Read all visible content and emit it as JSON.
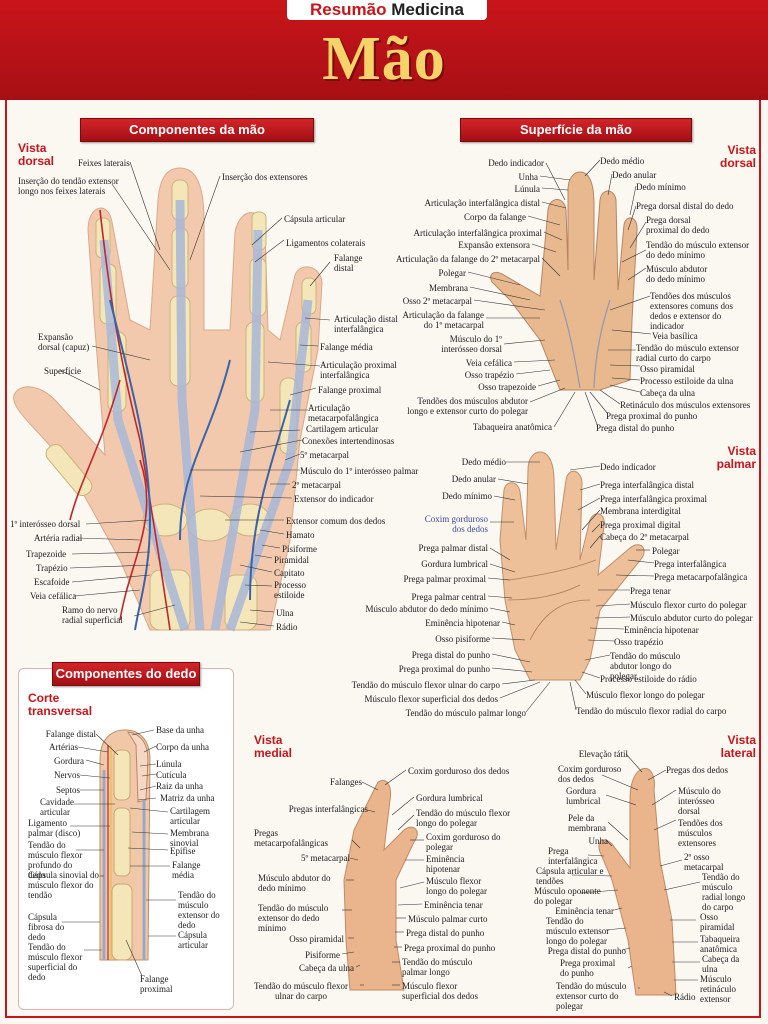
{
  "header": {
    "brand_part1": "Resumão",
    "brand_part2": "Medicina",
    "title": "Mão"
  },
  "sections": {
    "components_hand": "Componentes da mão",
    "surface_hand": "Superfície da mão",
    "components_finger": "Componentes do dedo"
  },
  "views": {
    "dorsal_left": "Vista dorsal",
    "dorsal_right": "Vista dorsal",
    "palmar": "Vista palmar",
    "transversal": "Corte transversal",
    "medial": "Vista medial",
    "lateral": "Vista lateral"
  },
  "components_labels": {
    "feixes_laterais": "Feixes laterais",
    "insercao_extensor_longo": "Inserção do tendão extensor longo nos feixes laterais",
    "insercao_extensores": "Inserção dos extensores",
    "capsula_articular": "Cápsula articular",
    "ligamentos_colaterais": "Ligamentos colaterais",
    "falange_distal": "Falange distal",
    "expansao_dorsal": "Expansão dorsal (capuz)",
    "superficie": "Superfície",
    "articulacao_distal": "Articulação distal interfalângica",
    "falange_media": "Falange média",
    "articulacao_proximal": "Articulação proximal interfalângica",
    "falange_proximal": "Falange proximal",
    "articulacao_mcf": "Articulação metacarpofalângica",
    "cartilagem_articular": "Cartilagem articular",
    "conexoes": "Conexões intertendinosas",
    "metacarpal5": "5º metacarpal",
    "musculo_interosseo_palmar": "Músculo do 1º interósseo palmar",
    "metacarpal2": "2º metacarpal",
    "extensor_indicador": "Extensor do indicador",
    "interosseo_dorsal": "1º interósseo dorsal",
    "arteria_radial": "Artéria radial",
    "trapezoide": "Trapezoide",
    "trapezio": "Trapézio",
    "escafoide": "Escafoide",
    "veia_cefalica": "Veia cefálica",
    "ramo_nervo": "Ramo do nervo radial superficial",
    "extensor_comum": "Extensor comum dos dedos",
    "hamato": "Hamato",
    "pisiforme": "Pisiforme",
    "piramidal": "Piramidal",
    "capitato": "Capitato",
    "processo_estiloide": "Processo estiloide",
    "ulna": "Ulna",
    "radio": "Rádio"
  },
  "surface_dorsal_labels": {
    "dedo_indicador": "Dedo indicador",
    "unha": "Unha",
    "lunula": "Lúnula",
    "art_interf_distal": "Articulação interfalângica distal",
    "corpo_falange": "Corpo da falange",
    "art_interf_proximal": "Articulação interfalângica proximal",
    "expansao_extensora": "Expansão extensora",
    "art_falange_2met": "Articulação da falange do 2º metacarpal",
    "polegar": "Polegar",
    "membrana": "Membrana",
    "osso_2met": "Osso 2º metacarpal",
    "art_falange_1met": "Articulação da falange do 1º metacarpal",
    "musculo_1interosseo": "Músculo do 1º interósseo dorsal",
    "veia_cefalica": "Veia cefálica",
    "osso_trapezio": "Osso trapézio",
    "osso_trapezoide": "Osso trapezoide",
    "tendoes_abdutor": "Tendões dos músculos abdutor longo e extensor curto do polegar",
    "tabaqueira": "Tabaqueira anatômica",
    "dedo_medio": "Dedo médio",
    "dedo_anular": "Dedo anular",
    "dedo_minimo": "Dedo mínimo",
    "prega_dorsal_distal": "Prega dorsal distal do dedo",
    "prega_dorsal_proximal": "Prega dorsal proximal do dedo",
    "tendao_extensor_minimo": "Tendão do músculo extensor do dedo mínimo",
    "musculo_abdutor_minimo": "Músculo abdutor do dedo mínimo",
    "tendoes_extensores_comuns": "Tendões dos músculos extensores comuns dos dedos e extensor do indicador",
    "veia_basilica": "Veia basílica",
    "tendao_extensor_radial": "Tendão do músculo extensor radial curto do carpo",
    "osso_piramidal": "Osso piramidal",
    "processo_estiloide_ulna": "Processo estiloide da ulna",
    "cabeca_ulna": "Cabeça da ulna",
    "retinaculo": "Retináculo dos músculos extensores",
    "prega_proximal_punho": "Prega proximal do punho",
    "prega_distal_punho": "Prega distal do punho"
  },
  "palmar_labels": {
    "dedo_medio": "Dedo médio",
    "dedo_anular": "Dedo anular",
    "dedo_minimo": "Dedo mínimo",
    "coxim": "Coxim gorduroso dos dedos",
    "prega_palmar_distal": "Prega palmar distal",
    "gordura_lumbrical": "Gordura lumbrical",
    "prega_palmar_proximal": "Prega palmar proximal",
    "prega_palmar_central": "Prega palmar central",
    "musculo_abdutor_minimo": "Músculo abdutor do dedo mínimo",
    "eminencia_hipotenar": "Eminência hipotenar",
    "osso_pisiforme": "Osso pisiforme",
    "prega_distal_punho": "Prega distal do punho",
    "prega_proximal_punho": "Prega proximal do punho",
    "tendao_flexor_ulnar": "Tendão do músculo flexor ulnar do carpo",
    "musculo_flexor_superficial": "Músculo flexor superficial dos dedos",
    "tendao_palmar_longo": "Tendão do músculo palmar longo",
    "dedo_indicador": "Dedo indicador",
    "prega_interf_distal": "Prega interfalângica distal",
    "prega_interf_proximal": "Prega interfalângica proximal",
    "membrana_interdigital": "Membrana interdigital",
    "prega_proximal_digital": "Prega proximal digital",
    "cabeca_2met": "Cabeça do 2º metacarpal",
    "polegar": "Polegar",
    "prega_interfalangica": "Prega interfalângica",
    "prega_metacarpofalangica": "Prega metacarpofalângica",
    "prega_tenar": "Prega tenar",
    "musculo_flexor_curto": "Músculo flexor curto do polegar",
    "musculo_abdutor_curto": "Músculo abdutor curto do polegar",
    "eminencia_hipotenar2": "Eminência hipotenar",
    "osso_trapezio": "Osso trapézio",
    "tendao_abdutor_longo": "Tendão do músculo abdutor longo do polegar",
    "processo_estiloide_radio": "Processo estiloide do rádio",
    "musculo_flexor_longo": "Músculo flexor longo do polegar",
    "tendao_flexor_radial": "Tendão do músculo flexor radial do carpo"
  },
  "finger_labels": {
    "falange_distal": "Falange distal",
    "arterias": "Artérias",
    "gordura": "Gordura",
    "nervos": "Nervos",
    "septos": "Septos",
    "cavidade": "Cavidade articular",
    "ligamento_palmar": "Ligamento palmar (disco)",
    "tendao_flexor_profundo": "Tendão do músculo flexor profundo do dedo",
    "capsula_sinovial": "Cápsula sinovial do músculo flexor do tendão",
    "capsula_fibrosa": "Cápsula fibrosa do dedo",
    "tendao_flexor_superficial": "Tendão do músculo flexor superficial do dedo",
    "base_unha": "Base da unha",
    "corpo_unha": "Corpo da unha",
    "lunula": "Lúnula",
    "cuticula": "Cutícula",
    "raiz_unha": "Raiz da unha",
    "matriz_unha": "Matriz da unha",
    "cartilagem": "Cartilagem articular",
    "membrana_sinovial": "Membrana sinovial",
    "epifise": "Epífise",
    "falange_media": "Falange média",
    "tendao_extensor": "Tendão do músculo extensor do dedo",
    "capsula_articular": "Cápsula articular",
    "falange_proximal": "Falange proximal"
  },
  "medial_labels": {
    "falanges": "Falanges",
    "pregas_interf": "Pregas interfalângicas",
    "pregas_mcf": "Pregas metacarpofalângicas",
    "metacarpal5": "5º metacarpal",
    "musculo_abdutor_minimo": "Músculo abdutor do dedo mínimo",
    "tendao_extensor_minimo": "Tendão do músculo extensor do dedo mínimo",
    "osso_piramidal": "Osso piramidal",
    "pisiforme": "Pisiforme",
    "cabeca_ulna": "Cabeça da ulna",
    "tendao_flexor_ulnar": "Tendão do músculo flexor ulnar do carpo",
    "coxim_dedos": "Coxim gorduroso dos dedos",
    "gordura_lumbrical": "Gordura lumbrical",
    "tendao_flexor_longo": "Tendão do músculo flexor longo do polegar",
    "coxim_polegar": "Coxim gorduroso do polegar",
    "eminencia_hipotenar": "Eminência hipotenar",
    "musculo_flexor_longo": "Músculo flexor longo do polegar",
    "eminencia_tenar": "Eminência tenar",
    "musculo_palmar_curto": "Músculo palmar curto",
    "prega_distal_punho": "Prega distal do punho",
    "prega_proximal_punho": "Prega proximal do punho",
    "tendao_palmar_longo": "Tendão do músculo palmar longo",
    "musculo_flexor_superficial": "Músculo flexor superficial dos dedos"
  },
  "lateral_labels": {
    "elevacao_tatil": "Elevação tátil",
    "coxim": "Coxim gorduroso dos dedos",
    "gordura_lumbrical": "Gordura lumbrical",
    "pele_membrana": "Pele da membrana",
    "unha": "Unha",
    "prega_interf": "Prega interfalângica",
    "capsula_tendoes": "Cápsula articular e tendões",
    "musculo_oponente": "Músculo oponente do polegar",
    "eminencia_tenar": "Eminência tenar",
    "tendao_extensor_longo": "Tendão do músculo extensor longo do polegar",
    "prega_distal_punho": "Prega distal do punho",
    "prega_proximal_punho": "Prega proximal do punho",
    "tendao_extensor_curto": "Tendão do músculo extensor curto do polegar",
    "pregas_dedos": "Pregas dos dedos",
    "musculo_interosseo": "Músculo do interósseo dorsal",
    "tendoes_extensores": "Tendões dos músculos extensores",
    "osso_2met": "2º osso metacarpal",
    "tendao_radial_longo": "Tendão do músculo radial longo do carpo",
    "osso_piramidal": "Osso piramidal",
    "tabaqueira": "Tabaqueira anatômica",
    "cabeca_ulna": "Cabeça da ulna",
    "musculo_retinaculo": "Músculo retináculo extensor",
    "radio": "Rádio"
  }
}
